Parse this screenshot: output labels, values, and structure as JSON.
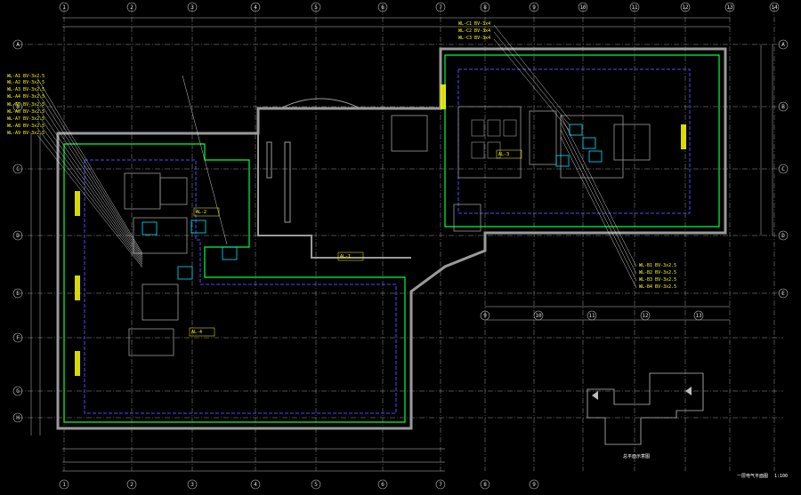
{
  "drawing": {
    "background": "#000000",
    "colors": {
      "grid": "#bdbdbd",
      "wall": "#9a9a9a",
      "conduit_green": "#00ff3c",
      "conduit_blue": "#4a4aff",
      "annotation_yellow": "#ffff00",
      "leader": "#ffffff",
      "cyan": "#00e5ff",
      "magenta": "#ff2bd6"
    },
    "column_axes_top": [
      "1",
      "2",
      "3",
      "4",
      "5",
      "6",
      "7",
      "8",
      "9",
      "10",
      "11",
      "12",
      "13",
      "14"
    ],
    "row_axes_left": [
      "A",
      "B",
      "C",
      "D",
      "E",
      "F",
      "G",
      "H"
    ],
    "row_axes_right": [
      "A",
      "B",
      "C",
      "D",
      "E"
    ],
    "column_axes_bottom": [
      "1",
      "2",
      "3",
      "4",
      "5",
      "6",
      "7",
      "8",
      "9"
    ],
    "column_axes_right_bottom": [
      "9",
      "10",
      "11",
      "12",
      "13"
    ],
    "annotations_left": [
      "WL-A1 BV-3x2.5",
      "WL-A2 BV-3x2.5",
      "WL-A3 BV-3x2.5",
      "WL-A4 BV-3x2.5",
      "WL-A5 BV-3x2.5",
      "WL-A6 BV-3x2.5",
      "WL-A7 BV-3x2.5",
      "WL-A8 BV-3x2.5",
      "WL-A9 BV-3x2.5"
    ],
    "annotations_right": [
      "WL-B1 BV-3x2.5",
      "WL-B2 BV-3x2.5",
      "WL-B3 BV-3x2.5",
      "WL-B4 BV-3x2.5"
    ],
    "annotations_right_top": [
      "WL-C1 BV-3x4",
      "WL-C2 BV-3x4",
      "WL-C3 BV-3x4"
    ],
    "center_tags": [
      "AL-1",
      "AL-2",
      "AL-3",
      "AL-4"
    ],
    "key_plan_title": "总平面示意图",
    "sheet_title": "一层电气平面图",
    "scale": "1:100"
  }
}
